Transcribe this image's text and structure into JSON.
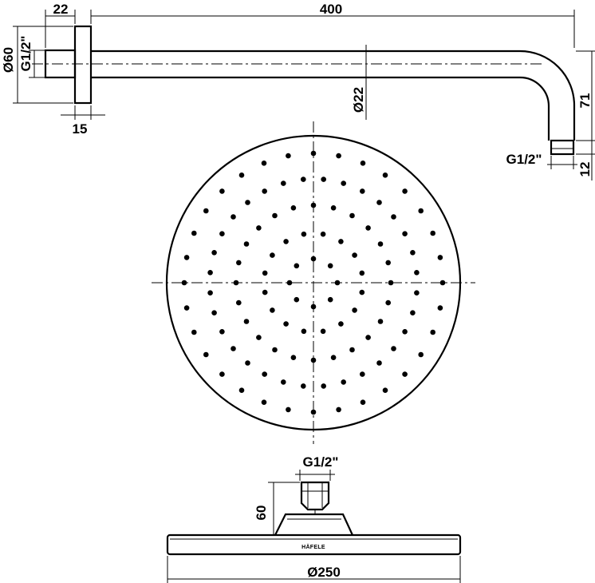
{
  "dimensions": {
    "flange_thickness": "22",
    "arm_length": "400",
    "flange_diameter": "Ø60",
    "inlet_thread": "G1/2\"",
    "wall_plate_depth": "15",
    "pipe_diameter": "Ø22",
    "drop_height": "71",
    "outlet_thread": "G1/2\"",
    "outlet_length": "12",
    "head_connector_thread": "G1/2\"",
    "head_height": "60",
    "head_diameter": "Ø250"
  },
  "brand": {
    "name": "HÄFELE"
  }
}
